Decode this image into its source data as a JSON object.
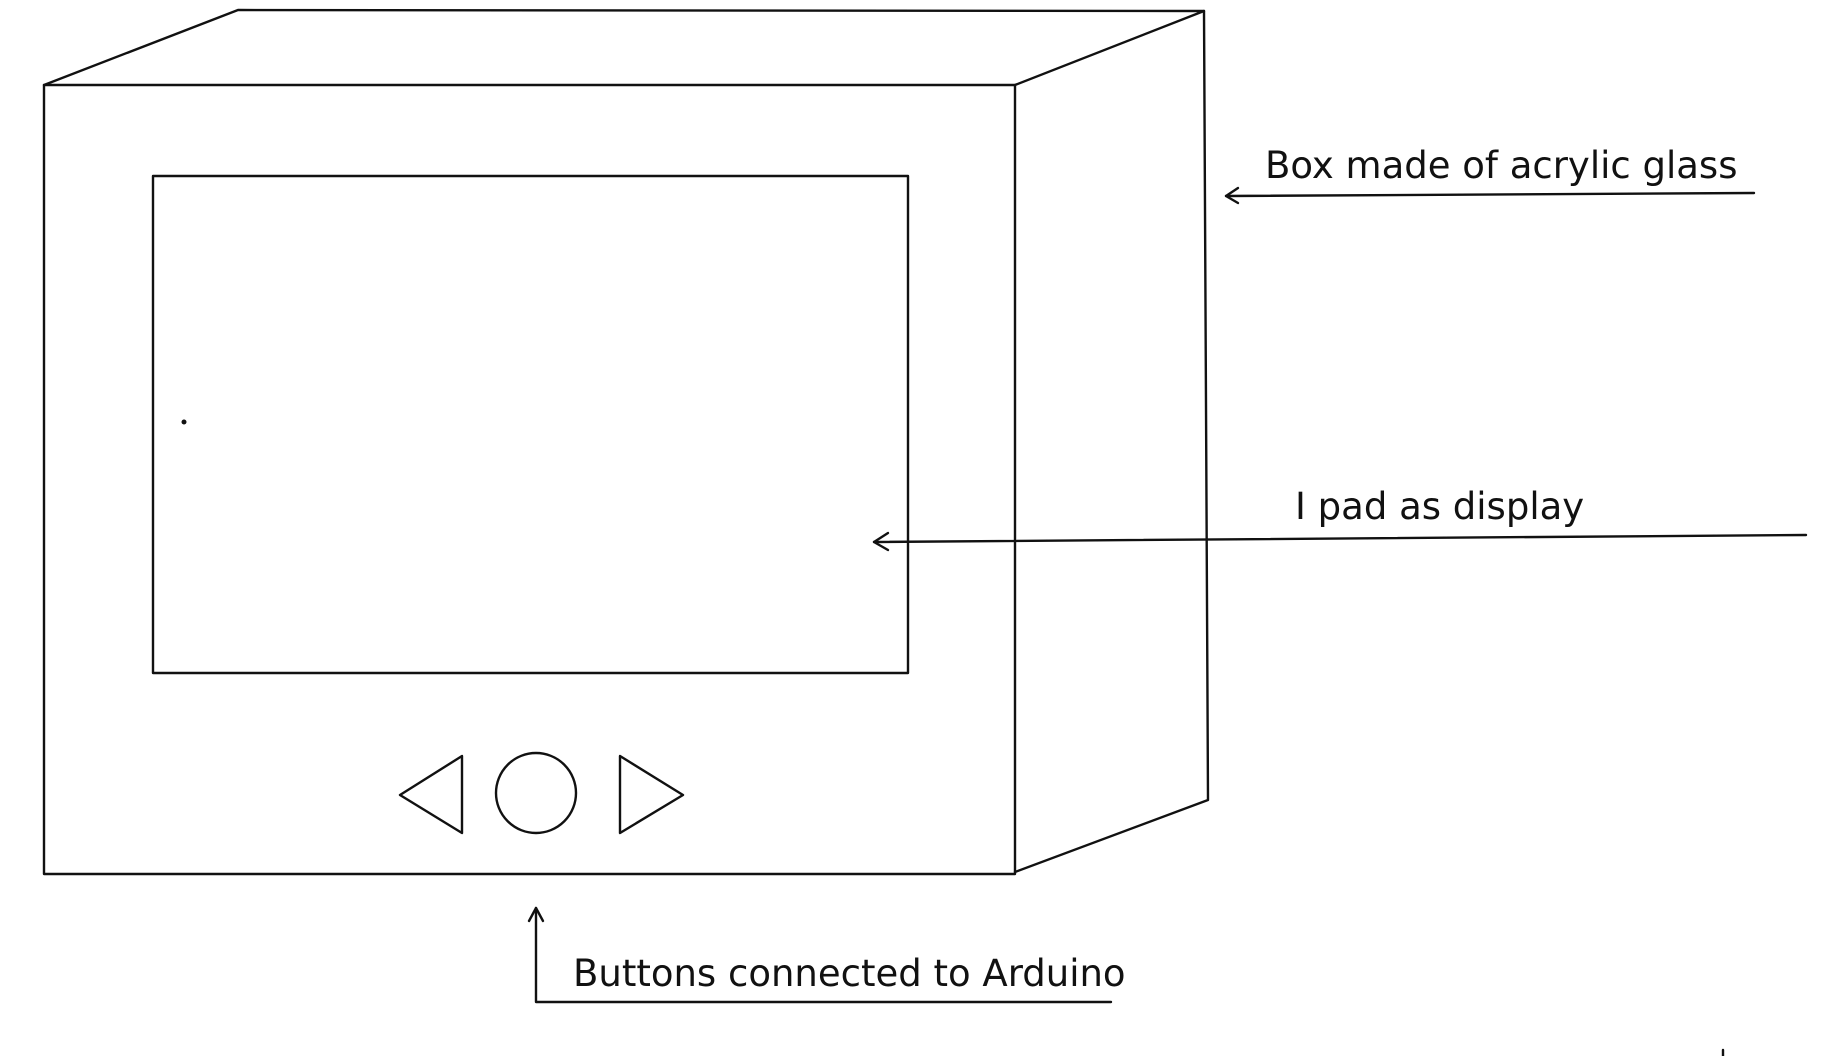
{
  "annotations": {
    "box_label": "Box made of acrylic glass",
    "display_label": "I pad as display",
    "buttons_label": "Buttons connected to Arduino"
  },
  "buttons": [
    {
      "icon": "triangle-left-icon"
    },
    {
      "icon": "circle-icon"
    },
    {
      "icon": "triangle-right-icon"
    }
  ]
}
